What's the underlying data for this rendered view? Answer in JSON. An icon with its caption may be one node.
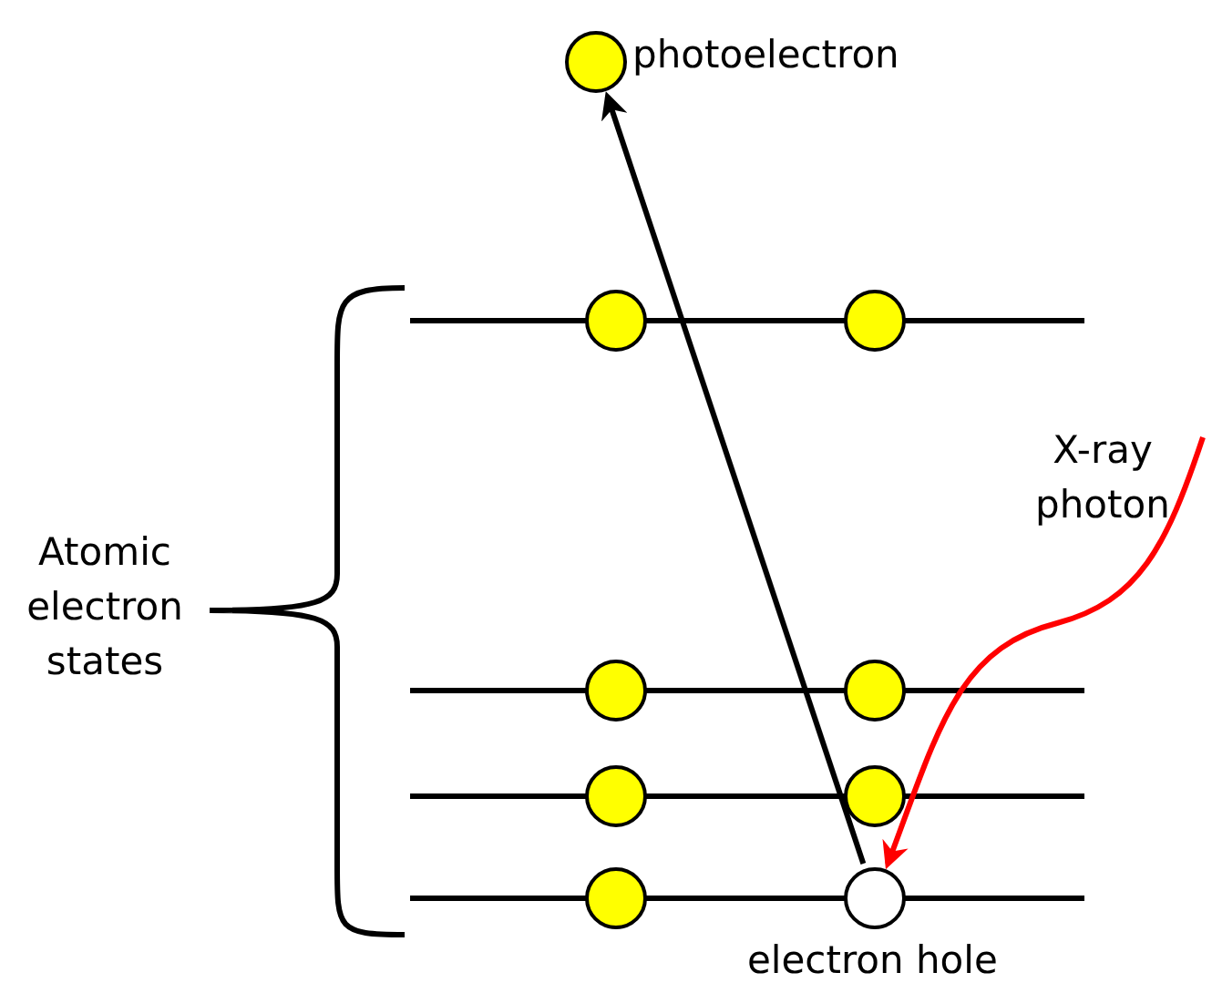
{
  "diagram": {
    "nodes": [
      {
        "text": [],
        "shape": "circle",
        "beside": [
          "photoelectron"
        ]
      },
      {
        "text": [],
        "shape": "circle"
      },
      {
        "text": [],
        "shape": "circle"
      },
      {
        "text": [],
        "shape": "circle"
      },
      {
        "text": [],
        "shape": "circle"
      },
      {
        "text": [],
        "shape": "circle"
      },
      {
        "text": [],
        "shape": "circle"
      },
      {
        "text": [],
        "shape": "circle"
      },
      {
        "text": [],
        "shape": "circle",
        "beside": [
          "electron hole"
        ]
      }
    ],
    "edges": [
      {
        "from": 8,
        "to": 0,
        "arrow": "to"
      },
      {
        "from": null,
        "to": 8,
        "arrow": "to",
        "color": "#ff0000"
      }
    ],
    "labels": [
      "X-ray photon",
      "Atomic electron states"
    ]
  }
}
